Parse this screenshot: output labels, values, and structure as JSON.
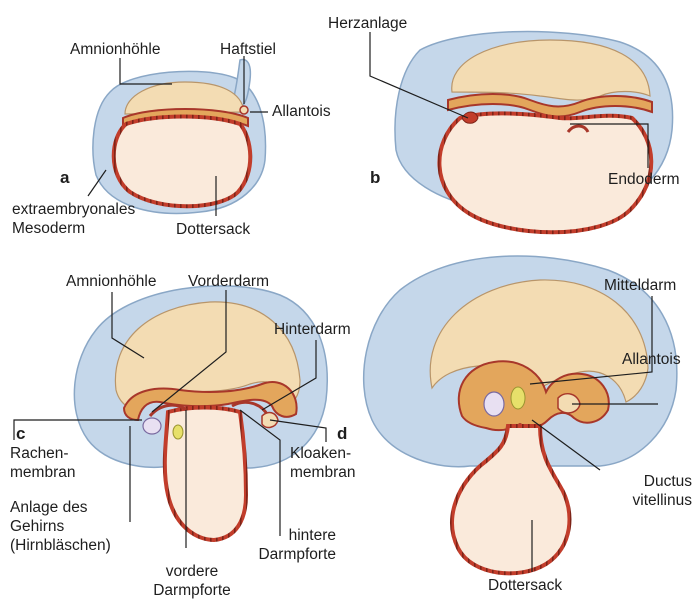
{
  "panels": {
    "a": "a",
    "b": "b",
    "c": "c",
    "d": "d"
  },
  "labels": {
    "a_amnion": "Amnionhöhle",
    "a_haftstiel": "Haftstiel",
    "a_allantois": "Allantois",
    "a_extra_1": "extraembryonales",
    "a_extra_2": "Mesoderm",
    "a_dottersack": "Dottersack",
    "b_herz": "Herzanlage",
    "b_endoderm": "Endoderm",
    "c_amnion": "Amnionhöhle",
    "c_vorderdarm": "Vorderdarm",
    "c_hinterdarm": "Hinterdarm",
    "c_rachen_1": "Rachen-",
    "c_rachen_2": "membran",
    "c_kloaken_1": "Kloaken-",
    "c_kloaken_2": "membran",
    "c_gehirn_1": "Anlage des",
    "c_gehirn_2": "Gehirns",
    "c_gehirn_3": "(Hirnbläschen)",
    "c_hintere_1": "hintere",
    "c_hintere_2": "Darmpforte",
    "c_vordere_1": "vordere",
    "c_vordere_2": "Darmpforte",
    "d_mitteldarm": "Mitteldarm",
    "d_allantois": "Allantois",
    "d_ductus_1": "Ductus",
    "d_ductus_2": "vitellinus",
    "d_dottersack": "Dottersack"
  },
  "colors": {
    "mesoderm_blue": "#c5d7ea",
    "mesoderm_outline": "#8aa7c6",
    "amnion_cream": "#f3dcb3",
    "yolk_fill": "#faeadb",
    "endoderm_red": "#a8372a",
    "ectoderm_orange": "#e3a65c",
    "label_text": "#1e1e1e"
  }
}
